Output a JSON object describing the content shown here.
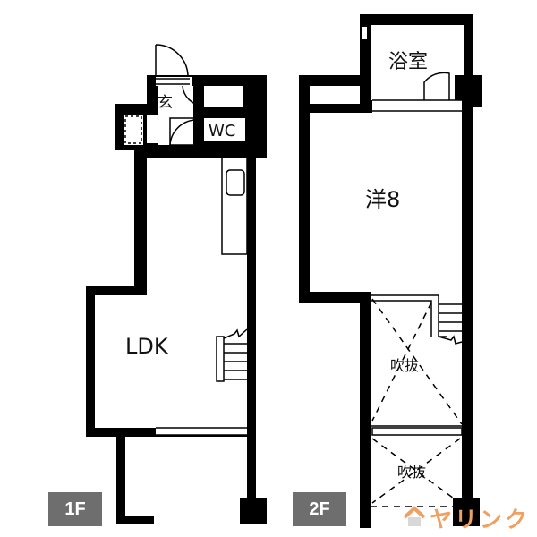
{
  "floors": [
    {
      "id": "1F",
      "badge": "1F",
      "rooms": [
        {
          "name": "entrance",
          "label": "玄"
        },
        {
          "name": "toilet",
          "label": "WC"
        },
        {
          "name": "living-dining-kitchen",
          "label": "LDK"
        }
      ]
    },
    {
      "id": "2F",
      "badge": "2F",
      "rooms": [
        {
          "name": "bathroom",
          "label": "浴室"
        },
        {
          "name": "western-room",
          "label": "洋8"
        },
        {
          "name": "atrium-upper",
          "label": "吹抜"
        },
        {
          "name": "atrium-lower",
          "label": "吹抜"
        }
      ]
    }
  ],
  "brand": {
    "text": "ヤリンク",
    "prefix_icon": "house-icon",
    "color": "#f0a060"
  }
}
